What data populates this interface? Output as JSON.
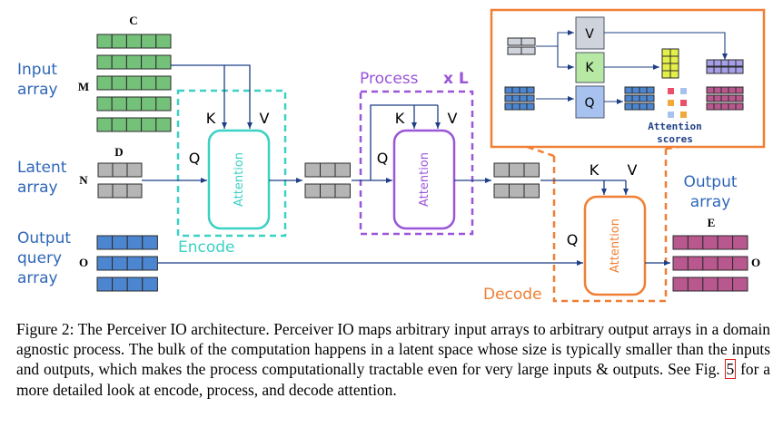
{
  "diagram": {
    "colors": {
      "input": "#74c27a",
      "latent": "#b5b5b5",
      "query": "#4d86d0",
      "output": "#b9578f",
      "encode": "#3bd1c4",
      "process": "#9b55d9",
      "decode": "#f07f33",
      "label_blue": "#2f67b8",
      "arrow": "#1e3f86"
    },
    "input": {
      "label_line1": "Input",
      "label_line2": "array",
      "dim_c": "C",
      "dim_m": "M"
    },
    "latent": {
      "label_line1": "Latent",
      "label_line2": "array",
      "dim_d": "D",
      "dim_n": "N"
    },
    "query": {
      "label_line1": "Output",
      "label_line2": "query",
      "label_line3": "array",
      "dim_o": "O"
    },
    "output": {
      "label_line1": "Output",
      "label_line2": "array",
      "dim_e": "E",
      "dim_o": "O"
    },
    "encode": {
      "title": "Encode",
      "block": "Attention",
      "k": "K",
      "v": "V",
      "q": "Q"
    },
    "process": {
      "title": "Process",
      "repeat": "x L",
      "block": "Attention",
      "k": "K",
      "v": "V",
      "q": "Q"
    },
    "decode": {
      "title": "Decode",
      "block": "Attention",
      "k": "K",
      "v": "V",
      "q": "Q"
    },
    "inset": {
      "v": "V",
      "k": "K",
      "q": "Q",
      "scores_line1": "Attention",
      "scores_line2": "scores"
    }
  },
  "caption": {
    "part1": "Figure 2: The Perceiver IO architecture. Perceiver IO maps arbitrary input arrays to arbitrary output arrays in a domain agnostic process. The bulk of the computation happens in a latent space whose size is typically smaller than the inputs and outputs, which makes the process computationally tractable even for very large inputs & outputs. See Fig. ",
    "ref": "5",
    "part2": " for a more detailed look at encode, process, and decode attention."
  }
}
